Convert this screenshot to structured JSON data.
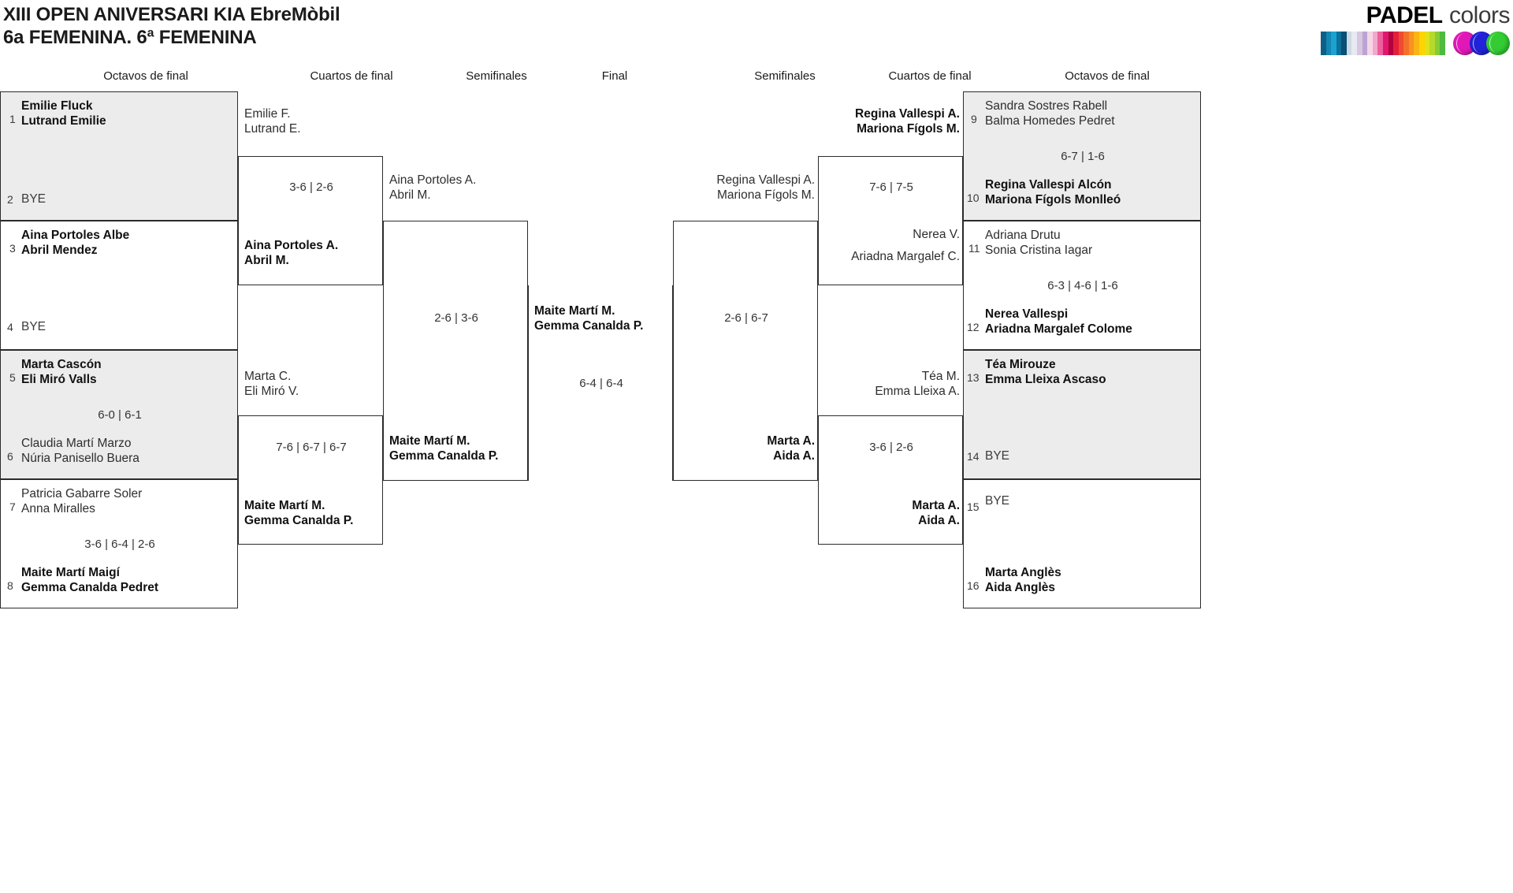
{
  "header": {
    "title_line1": "XIII OPEN ANIVERSARI KIA EbreMòbil",
    "title_line2": "6a FEMENINA. 6ª FEMENINA",
    "logo_bold": "PADEL",
    "logo_light": "colors"
  },
  "round_headers": {
    "left_r16": "Octavos de final",
    "left_qf": "Cuartos de final",
    "left_sf": "Semifinales",
    "final": "Final",
    "right_sf": "Semifinales",
    "right_qf": "Cuartos de final",
    "right_r16": "Octavos de final"
  },
  "bye_label": "BYE",
  "left_r16": [
    {
      "seed": "1",
      "line1": "Emilie Fluck",
      "line2": "Lutrand Emilie",
      "winner": true,
      "bye": false,
      "shaded": true
    },
    {
      "seed": "2",
      "line1": "BYE",
      "line2": "",
      "winner": false,
      "bye": true,
      "shaded": true
    },
    {
      "seed": "3",
      "line1": "Aina Portoles Albe",
      "line2": "Abril Mendez",
      "winner": true,
      "bye": false,
      "shaded": false
    },
    {
      "seed": "4",
      "line1": "BYE",
      "line2": "",
      "winner": false,
      "bye": true,
      "shaded": false
    },
    {
      "seed": "5",
      "line1": "Marta Cascón",
      "line2": "Eli Miró Valls",
      "winner": true,
      "bye": false,
      "shaded": true
    },
    {
      "seed": "6",
      "line1": "Claudia Martí Marzo",
      "line2": "Núria Panisello Buera",
      "winner": false,
      "bye": false,
      "shaded": true
    },
    {
      "seed": "7",
      "line1": "Patricia Gabarre Soler",
      "line2": "Anna Miralles",
      "winner": false,
      "bye": false,
      "shaded": false
    },
    {
      "seed": "8",
      "line1": "Maite Martí Maigí",
      "line2": "Gemma Canalda Pedret",
      "winner": true,
      "bye": false,
      "shaded": false
    }
  ],
  "left_r16_scores": [
    "",
    "6-0 | 6-1",
    "3-6 | 6-4 | 2-6"
  ],
  "left_qf": [
    {
      "line1": "Emilie F.",
      "line2": "Lutrand E.",
      "winner": false
    },
    {
      "line1": "Aina Portoles A.",
      "line2": "Abril M.",
      "winner": true
    },
    {
      "line1": "Marta C.",
      "line2": "Eli Miró V.",
      "winner": false
    },
    {
      "line1": "Maite Martí M.",
      "line2": "Gemma Canalda P.",
      "winner": true
    }
  ],
  "left_qf_scores": [
    "3-6 | 2-6",
    "7-6 | 6-7 | 6-7"
  ],
  "left_sf": [
    {
      "line1": "Aina Portoles A.",
      "line2": "Abril M.",
      "winner": false
    },
    {
      "line1": "Maite Martí M.",
      "line2": "Gemma Canalda P.",
      "winner": true
    }
  ],
  "left_sf_score": "2-6 | 3-6",
  "final": {
    "line1": "Maite Martí M.",
    "line2": "Gemma Canalda P.",
    "score": "6-4 | 6-4"
  },
  "right_sf": [
    {
      "line1": "Regina Vallespi A.",
      "line2": "Mariona Fígols M.",
      "winner": false
    },
    {
      "line1": "Marta A.",
      "line2": "Aida A.",
      "winner": true
    }
  ],
  "right_sf_score": "2-6 | 6-7",
  "right_qf": [
    {
      "line1": "Regina Vallespi A.",
      "line2": "Mariona Fígols M.",
      "winner": true
    },
    {
      "line1": "Nerea V.",
      "line2": "Ariadna Margalef C.",
      "winner": false
    },
    {
      "line1": "Téa M.",
      "line2": "Emma Lleixa A.",
      "winner": false
    },
    {
      "line1": "Marta A.",
      "line2": "Aida A.",
      "winner": true
    }
  ],
  "right_qf_scores": [
    "7-6 | 7-5",
    "3-6 | 2-6"
  ],
  "right_r16": [
    {
      "seed": "9",
      "line1": "Sandra Sostres Rabell",
      "line2": "Balma Homedes Pedret",
      "winner": false,
      "bye": false,
      "shaded": true
    },
    {
      "seed": "10",
      "line1": "Regina Vallespi Alcón",
      "line2": "Mariona Fígols Monlleó",
      "winner": true,
      "bye": false,
      "shaded": true
    },
    {
      "seed": "11",
      "line1": "Adriana Drutu",
      "line2": "Sonia Cristina Iagar",
      "winner": false,
      "bye": false,
      "shaded": false
    },
    {
      "seed": "12",
      "line1": "Nerea Vallespi",
      "line2": "Ariadna Margalef Colome",
      "winner": true,
      "bye": false,
      "shaded": false
    },
    {
      "seed": "13",
      "line1": "Téa Mirouze",
      "line2": "Emma Lleixa Ascaso",
      "winner": true,
      "bye": false,
      "shaded": true
    },
    {
      "seed": "14",
      "line1": "BYE",
      "line2": "",
      "winner": false,
      "bye": true,
      "shaded": true
    },
    {
      "seed": "15",
      "line1": "BYE",
      "line2": "",
      "winner": false,
      "bye": true,
      "shaded": false
    },
    {
      "seed": "16",
      "line1": "Marta Anglès",
      "line2": "Aida Anglès",
      "winner": true,
      "bye": false,
      "shaded": false
    }
  ],
  "right_r16_scores": [
    "6-7 | 1-6",
    "6-3 | 4-6 | 1-6",
    ""
  ],
  "colors": {
    "shade": "#ececec",
    "line": "#2b2b2b",
    "text": "#1a1a1a"
  }
}
